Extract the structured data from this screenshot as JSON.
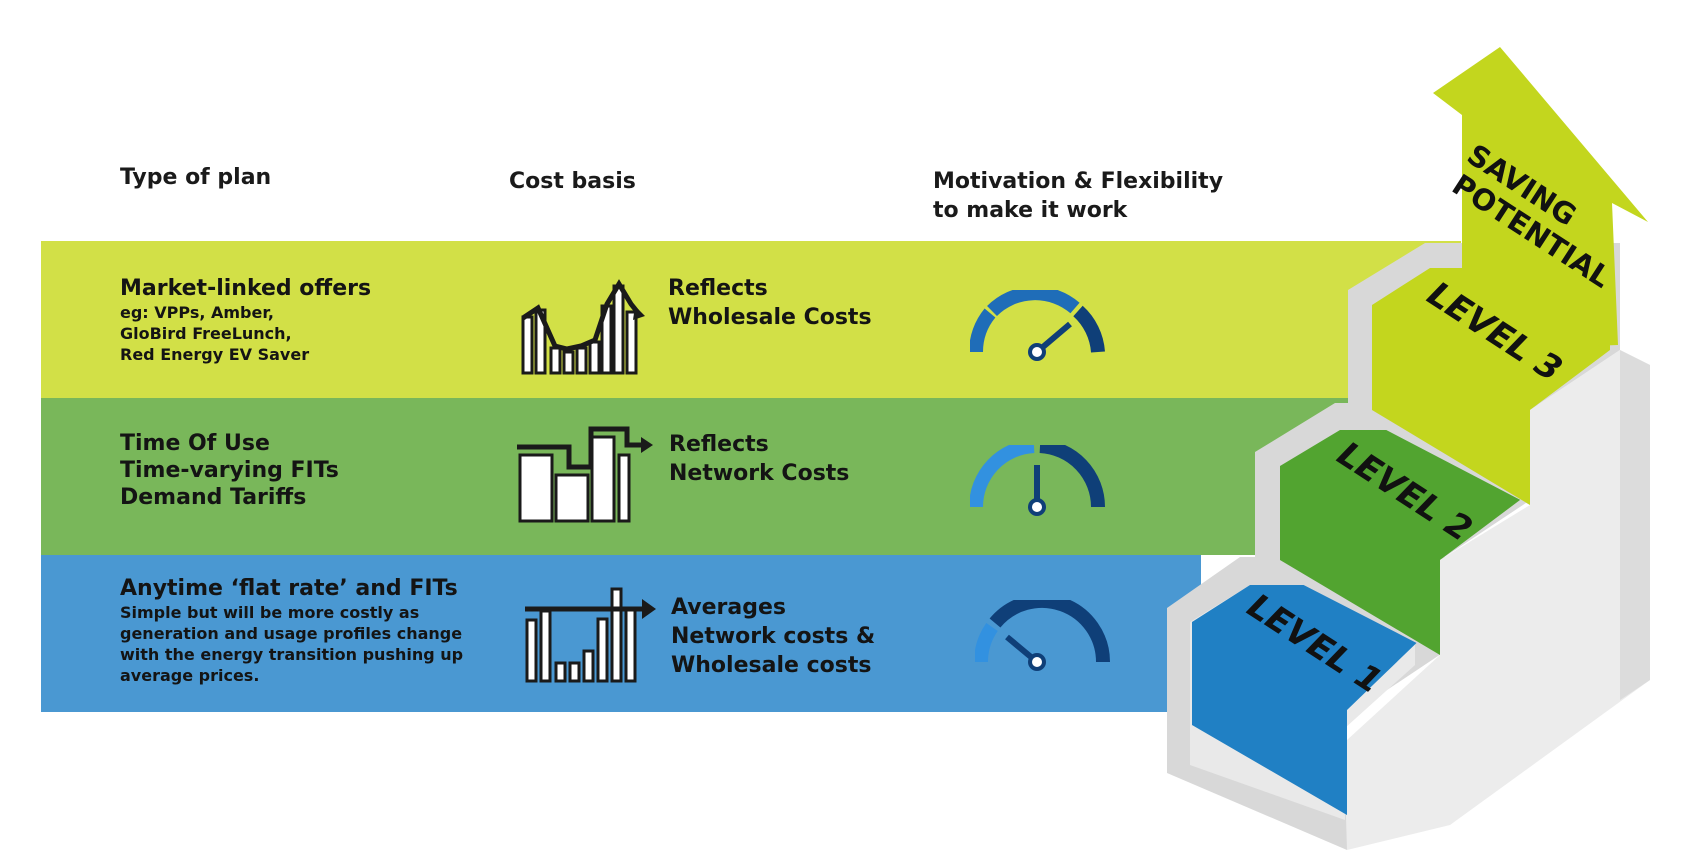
{
  "headers": {
    "type_of_plan": "Type of plan",
    "cost_basis": "Cost basis",
    "motivation_line1": "Motivation & Flexibility",
    "motivation_line2": "to make it work"
  },
  "rows": [
    {
      "level_label": "LEVEL 3",
      "title": "Market-linked offers",
      "details": [
        "eg: VPPs, Amber,",
        "GloBird FreeLunch,",
        "Red Energy EV Saver"
      ],
      "cost_lines": [
        "Reflects",
        "Wholesale Costs"
      ],
      "color": "#d2e047",
      "icon": "volatile-bar-line-chart-icon",
      "gauge_level": 0.85
    },
    {
      "level_label": "LEVEL 2",
      "title_lines": [
        "Time Of Use",
        "Time-varying FITs",
        "Demand Tariffs"
      ],
      "cost_lines": [
        "Reflects",
        "Network Costs"
      ],
      "color": "#79b75a",
      "icon": "step-bar-chart-icon",
      "gauge_level": 0.5
    },
    {
      "level_label": "LEVEL 1",
      "title": "Anytime ‘flat rate’ and FITs",
      "details": [
        "Simple but will be more costly as",
        "generation and usage profiles change",
        "with the energy transition pushing up",
        "average prices."
      ],
      "cost_lines": [
        "Averages",
        "Network costs &",
        "Wholesale costs"
      ],
      "color": "#4a98d2",
      "icon": "flat-average-bar-chart-icon",
      "gauge_level": 0.2
    }
  ],
  "arrow": {
    "line1": "SAVING",
    "line2": "POTENTIAL",
    "color": "#c3d61e",
    "icon": "up-arrow-icon"
  },
  "stairs_colors": {
    "level3": "#c3d61e",
    "level2": "#52a430",
    "level1": "#2080c4",
    "block": "#e7e7e7"
  }
}
